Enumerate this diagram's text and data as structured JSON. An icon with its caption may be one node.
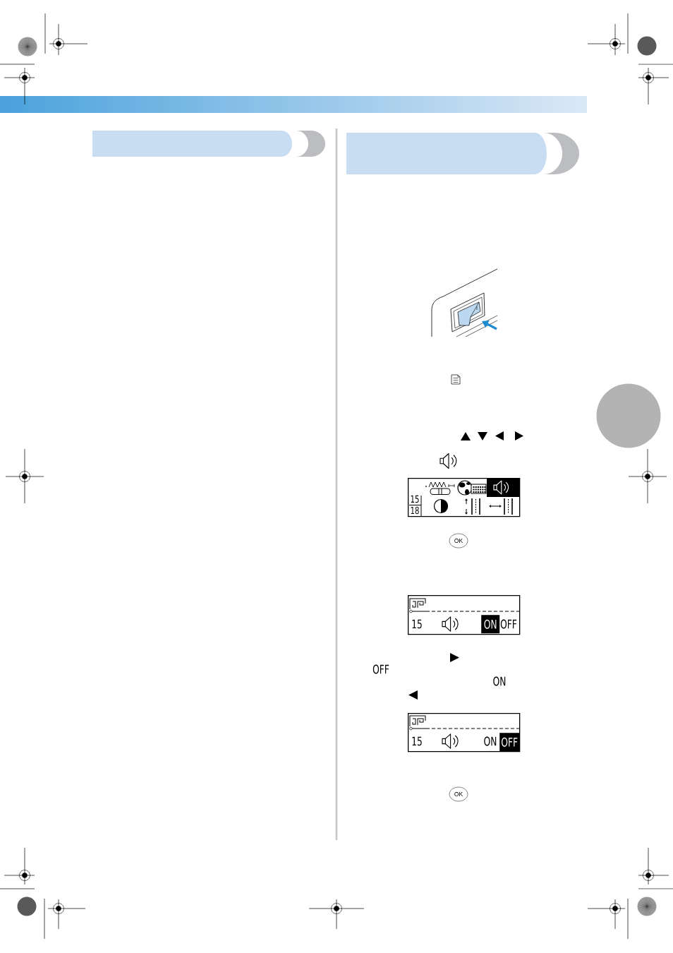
{
  "diagram": {
    "nodes": [
      {
        "text": [],
        "shape": "circle"
      },
      {
        "text": [
          "15",
          "18"
        ]
      },
      {
        "text": [
          "OK"
        ]
      },
      {
        "text": [
          "15",
          "OFF"
        ]
      },
      {
        "text": [
          "ON"
        ],
        "in": 3
      },
      {
        "text": [
          "15",
          "ON"
        ]
      },
      {
        "text": [
          "OFF"
        ],
        "in": 5
      },
      {
        "text": [
          "OK"
        ]
      }
    ],
    "labels": [
      "OFF",
      "ON"
    ]
  }
}
